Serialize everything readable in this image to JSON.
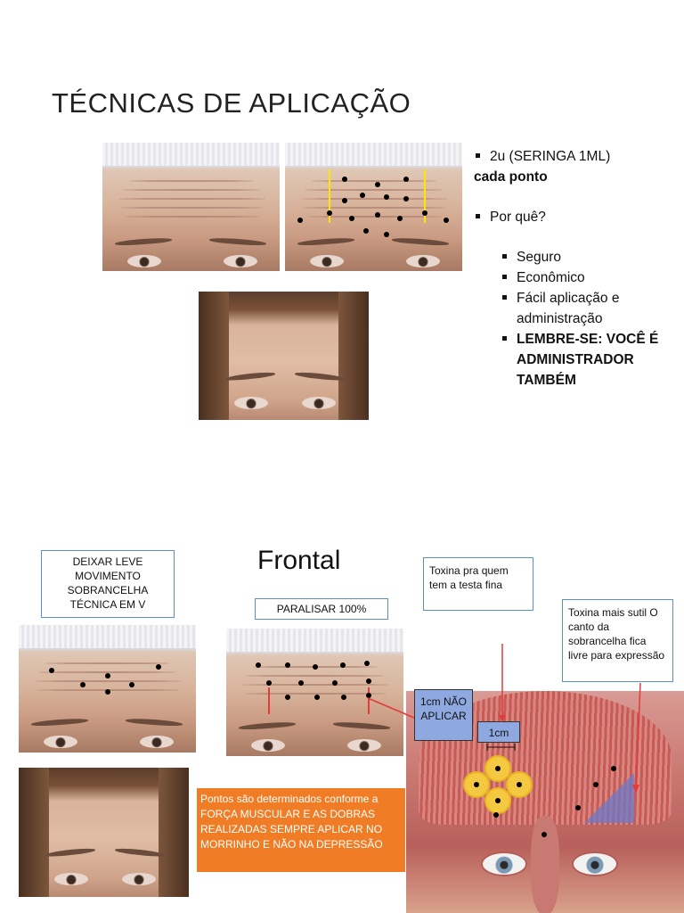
{
  "slide1": {
    "title": "TÉCNICAS DE APLICAÇÃO",
    "bullets": {
      "b1_line1": "2u (SERINGA 1ML)",
      "b1_line2": "cada ponto",
      "b2": "Por quê?",
      "sub": [
        "Seguro",
        "Econômico",
        "Fácil aplicação e administração"
      ],
      "remember": "LEMBRE-SE: VOCÊ É ADMINISTRADOR TAMBÉM"
    }
  },
  "slide2": {
    "title": "Frontal",
    "box_v": "DEIXAR LEVE MOVIMENTO SOBRANCELHA TÉCNICA EM V",
    "box_paralisar": "PARALISAR 100%",
    "box_fina": "Toxina pra quem tem a testa fina",
    "box_sutil": "Toxina mais sutil O canto da sobrancelha fica livre para expressão",
    "box_1cm_nao": "1cm NÃO APLICAR",
    "box_1cm": "1cm",
    "orange_text": "Pontos são determinados conforme a FORÇA MUSCULAR E AS DOBRAS REALIZADAS SEMPRE APLICAR NO MORRINHO E NÃO NA DEPRESSÃO"
  },
  "colors": {
    "dot": "#000000",
    "yellow_line": "#ffe600",
    "red_line": "#e23b3b",
    "orange_box": "#f07d25",
    "blue_box": "#8ea9e0",
    "note_border": "#5b8fc9"
  }
}
